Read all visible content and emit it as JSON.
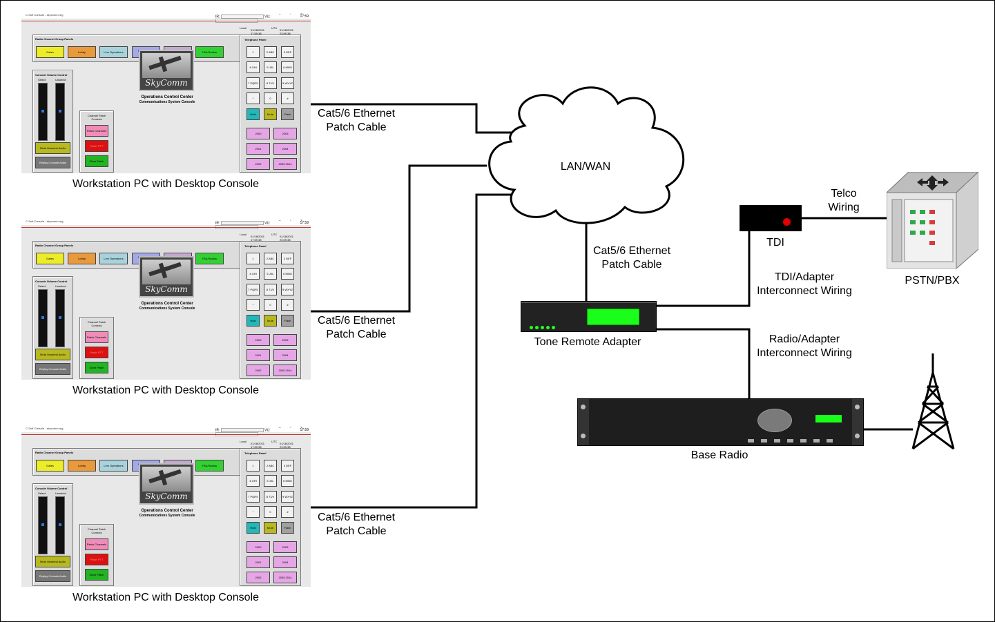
{
  "workstation": {
    "window_title": "C-Soft Console - skycomm.reg",
    "ir_label": "IR:",
    "vu_label": "VU:",
    "clock": "17:59",
    "local_label": "Local",
    "local_datetime": "01/18/2021 17:59:38",
    "utc_label": "UTC",
    "utc_datetime": "01/18/2021 23:59:38",
    "radio_groups_title": "Radio Channel Group Panels",
    "radio_groups": [
      {
        "label": "Gates",
        "color": "#ecec2a"
      },
      {
        "label": "Lobby",
        "color": "#e89a3c"
      },
      {
        "label": "Line Operations",
        "color": "#a9d3dc"
      },
      {
        "label": "Maintenance Operations",
        "color": "#a3a9e8"
      },
      {
        "label": "Special Operations",
        "color": "#c4a9cf"
      },
      {
        "label": "FAA Radios",
        "color": "#33d033"
      }
    ],
    "volume_title": "Console Volume Control",
    "volume_select": "Select",
    "volume_unselect": "Unselect",
    "mute_unselect": "Mute Unselect Audio",
    "replay_audio": "Replay Console Audio",
    "patch_title": "Channel Patch Controls",
    "patch_channels": "Patch Channels",
    "patch_ptt": "Patch PTT",
    "clear_patch": "Clear Patch",
    "logo_text": "SkyComm",
    "center_title": "Operations Control Center",
    "center_subtitle": "Communications System Console",
    "telephone_title": "Telephone Panel",
    "keys": [
      "1",
      "2 ABC",
      "3 DEF",
      "4 GHI",
      "5 JKL",
      "6 MNO",
      "7 PQRS",
      "8 TUV",
      "9 WXYZ",
      "*",
      "0",
      "#"
    ],
    "hold": "Hold",
    "mute": "Mute",
    "flash": "Flash",
    "lines": [
      "2000",
      "2003",
      "2001",
      "2004",
      "2002",
      "2005 2014"
    ],
    "caption": "Workstation PC with Desktop Console"
  },
  "labels": {
    "cable_1": [
      "Cat5/6 Ethernet",
      "Patch Cable"
    ],
    "cable_2": [
      "Cat5/6 Ethernet",
      "Patch Cable"
    ],
    "cable_3": [
      "Cat5/6 Ethernet",
      "Patch Cable"
    ],
    "cable_adapter": [
      "Cat5/6 Ethernet",
      "Patch Cable"
    ],
    "network": "LAN/WAN",
    "telco_wiring": [
      "Telco",
      "Wiring"
    ],
    "tdi": "TDI",
    "pbx": "PSTN/PBX",
    "tdi_adapter": [
      "TDI/Adapter",
      "Interconnect Wiring"
    ],
    "radio_adapter": [
      "Radio/Adapter",
      "Interconnect Wiring"
    ],
    "tone_remote_adapter": "Tone Remote Adapter",
    "base_radio": "Base Radio"
  },
  "colors": {
    "display_green": "#19ff19",
    "tdi_led": "#e00000",
    "console_red_line": "#c0392b"
  }
}
